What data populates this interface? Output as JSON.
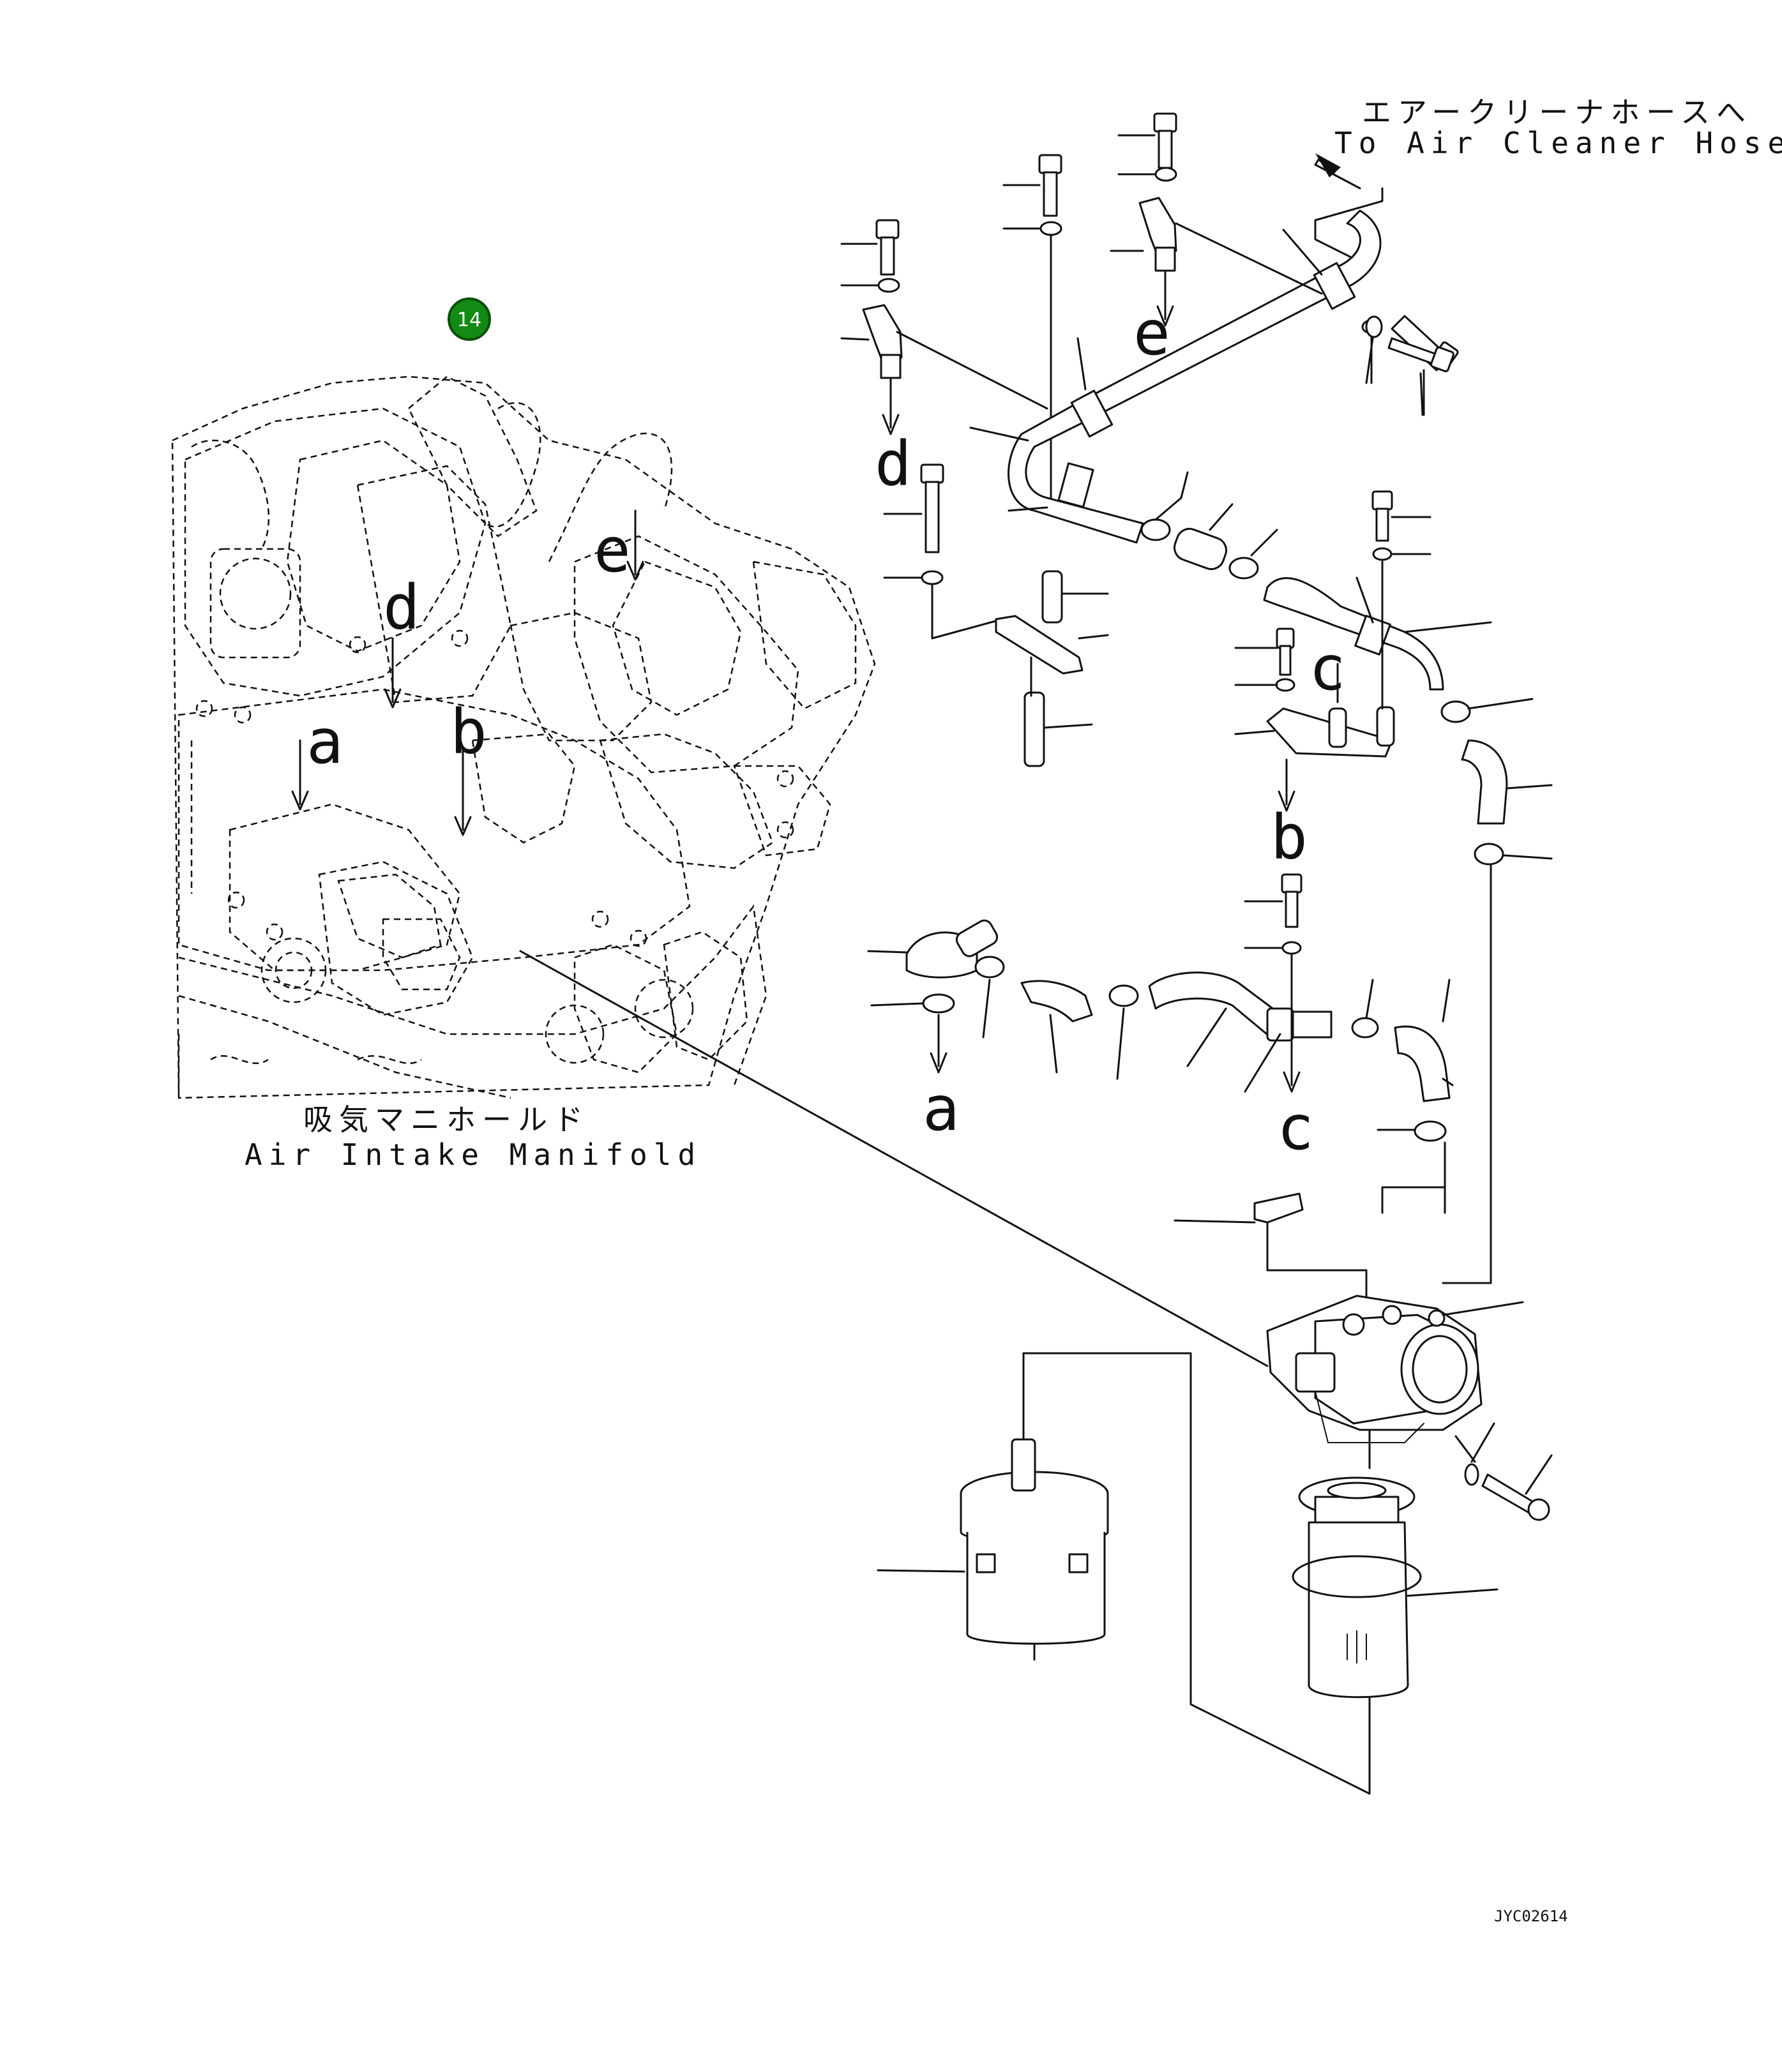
{
  "diagram": {
    "badge": {
      "number": "14",
      "color": "#138a13"
    },
    "callouts": {
      "air_cleaner_jp": "エアークリーナホースへ",
      "air_cleaner_en": "To Air Cleaner Hose",
      "manifold_jp": "吸気マニホールド",
      "manifold_en": "Air Intake Manifold"
    },
    "connection_letters": {
      "a": "a",
      "b": "b",
      "c": "c",
      "d": "d",
      "e": "e"
    },
    "drawing_code": "JYC02614"
  }
}
